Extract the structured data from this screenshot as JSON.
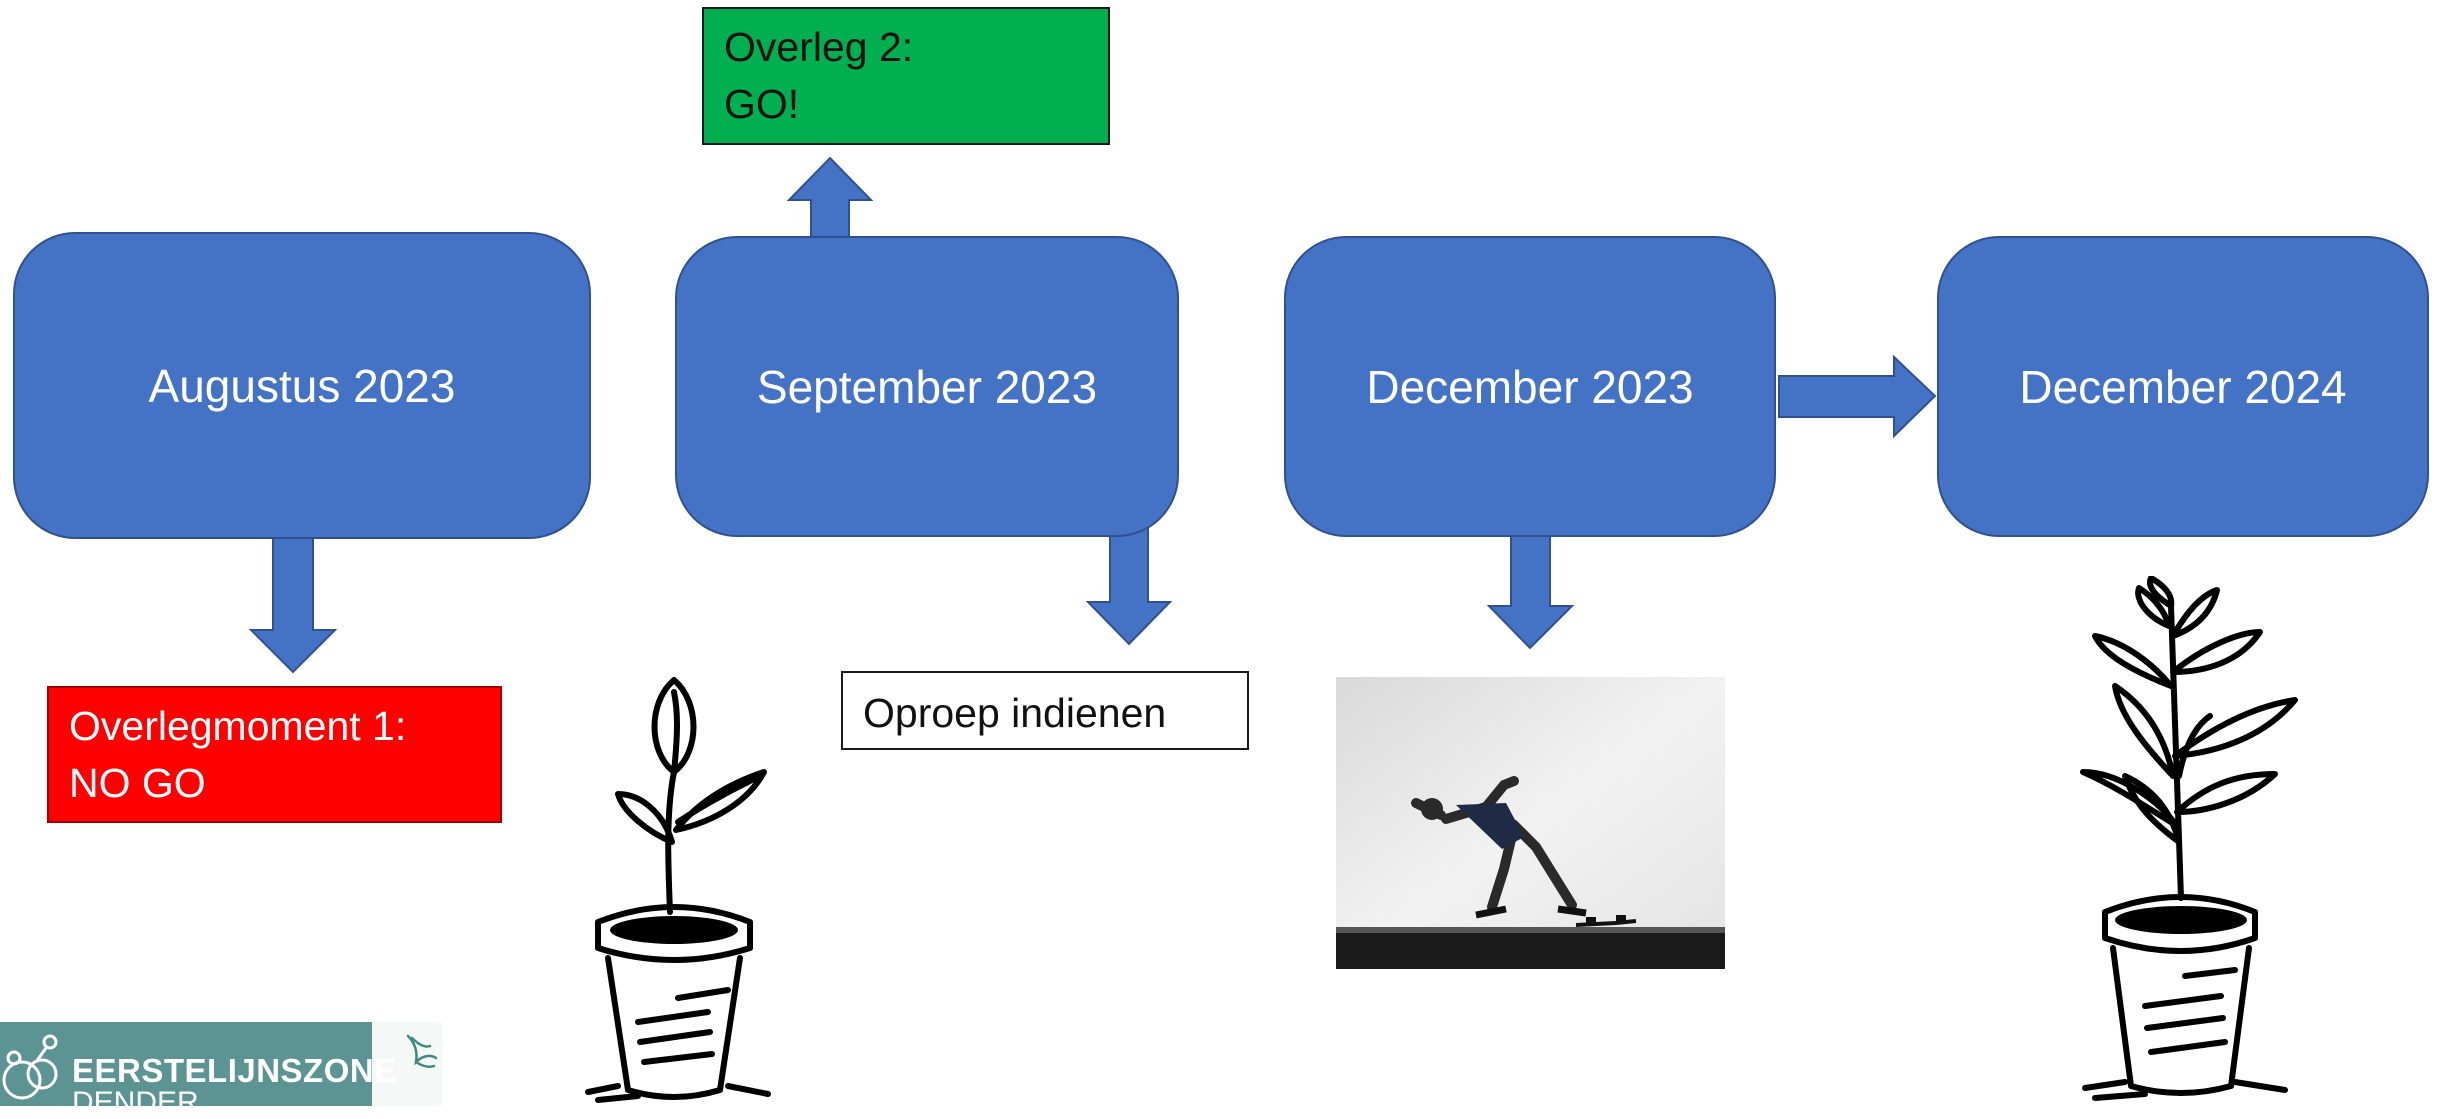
{
  "colors": {
    "box_fill": "#4472C4",
    "box_border": "#2F528F",
    "nogo": "#FF0000",
    "go": "#00B050",
    "logo": "#5C9494"
  },
  "timeline": [
    {
      "label": "Augustus 2023"
    },
    {
      "label": "September 2023"
    },
    {
      "label": "December 2023"
    },
    {
      "label": "December 2024"
    }
  ],
  "notes": {
    "overleg1": {
      "line1": "Overlegmoment 1:",
      "line2": "NO GO"
    },
    "overleg2": {
      "line1": "Overleg 2:",
      "line2": "GO!"
    },
    "oproep": "Oproep indienen"
  },
  "logo": {
    "name": "EERSTELIJNSZONE",
    "sub": "DENDER"
  },
  "icons": [
    "sprout-pot-icon",
    "plant-pot-icon",
    "sprinter-photo"
  ]
}
